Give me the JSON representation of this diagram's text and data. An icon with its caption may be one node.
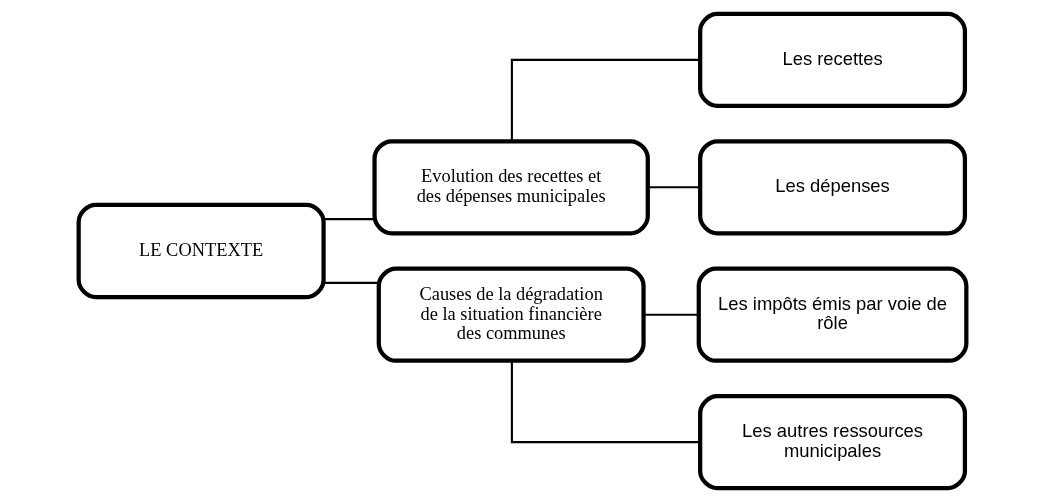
{
  "diagram": {
    "nodes": [
      {
        "text": [
          "LE CONTEXTE"
        ]
      },
      {
        "text": [
          "Evolution des recettes et des dépenses municipales"
        ]
      },
      {
        "text": [
          "Causes de la dégradation de la situation financière des communes"
        ]
      },
      {
        "text": [
          "Les recettes"
        ]
      },
      {
        "text": [
          "Les dépenses"
        ]
      },
      {
        "text": [
          "Les impôts émis par voie de rôle"
        ]
      },
      {
        "text": [
          "Les autres ressources municipales"
        ]
      }
    ],
    "edges": [
      {
        "from": 0,
        "to": 1,
        "arrow": "none"
      },
      {
        "from": 0,
        "to": 2,
        "arrow": "none"
      },
      {
        "from": 1,
        "to": 3,
        "arrow": "none"
      },
      {
        "from": 1,
        "to": 4,
        "arrow": "none"
      },
      {
        "from": 2,
        "to": 5,
        "arrow": "none"
      },
      {
        "from": 2,
        "to": 6,
        "arrow": "none"
      }
    ]
  }
}
